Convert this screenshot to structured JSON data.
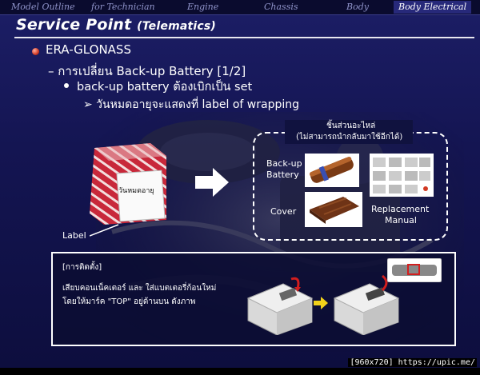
{
  "nav": {
    "items": [
      {
        "label": "Model Outline",
        "active": false
      },
      {
        "label": "for Technician",
        "active": false
      },
      {
        "label": "Engine",
        "active": false
      },
      {
        "label": "Chassis",
        "active": false
      },
      {
        "label": "Body",
        "active": false
      },
      {
        "label": "Body Electrical",
        "active": true
      }
    ]
  },
  "title": {
    "main": "Service Point",
    "sub": "(Telematics)"
  },
  "bullets": {
    "level1": "ERA-GLONASS",
    "level2": "– การเปลี่ยน Back-up Battery [1/2]",
    "level3": "back-up battery ต้องเบิกเป็น set",
    "level4": "➢ วันหมดอายุจะแสดงที่ label of wrapping"
  },
  "part_package": {
    "tag_text": "วันหมดอายุ",
    "label": "Label"
  },
  "spare_parts": {
    "heading_line1": "ชิ้นส่วนอะไหล่",
    "heading_line2": "(ไม่สามารถนำกลับมาใช้อีกได้)",
    "backup_line1": "Back-up",
    "backup_line2": "Battery",
    "cover": "Cover",
    "manual_line1": "Replacement",
    "manual_line2": "Manual"
  },
  "install": {
    "heading": "[การติดตั้ง]",
    "line1": "เสียบคอนเน็คเตอร์ และ ใส่แบตเตอรี่ก้อนใหม่",
    "line2": "โดยให้มาร์ค \"TOP\" อยู่ด้านบน ดังภาพ"
  },
  "watermark": "[960x720] https://upic.me/",
  "colors": {
    "background": "#141552",
    "accent_red": "#d23a24",
    "arrow_yellow": "#f2d21a"
  }
}
